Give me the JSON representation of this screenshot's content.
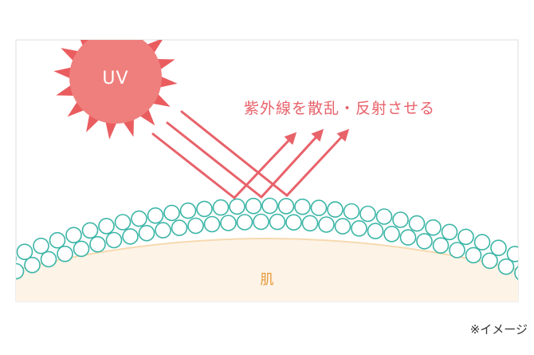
{
  "diagram": {
    "sun_label": "UV",
    "caption": "紫外線を散乱・反射させる",
    "skin_label": "肌",
    "note": "※イメージ"
  },
  "colors": {
    "sun_fill": "#ef7f7d",
    "sun_ray": "#ea5d5f",
    "arrow": "#e8626a",
    "particle_stroke": "#3bb5a6",
    "particle_fill": "#ffffff",
    "skin_fill": "#fdf3e6",
    "skin_edge": "#f6d9b0",
    "frame": "#dddddd"
  },
  "icons": {
    "sun": "sun-icon",
    "particle": "particle-circle-icon",
    "arrow": "arrow-icon"
  }
}
